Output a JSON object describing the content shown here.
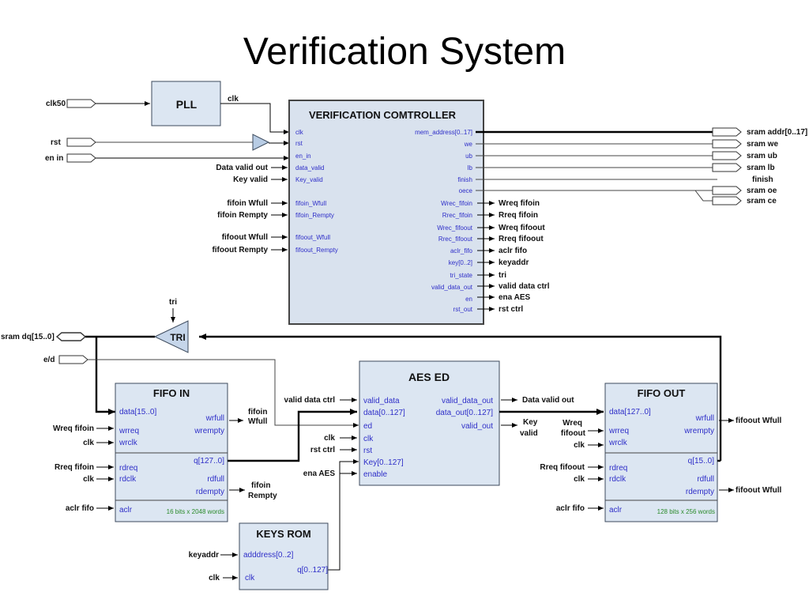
{
  "title": "Verification System",
  "blocks": {
    "pll": {
      "name": "PLL"
    },
    "vc": {
      "name": "VERIFICATION COMTROLLER",
      "inputs": [
        "clk",
        "rst",
        "en_in",
        "data_valid",
        "Key_valid",
        "fifoin_Wfull",
        "fifoin_Rempty",
        "fifoout_Wfull",
        "fifoout_Rempty"
      ],
      "outputs": [
        "mem_address[0..17]",
        "we",
        "ub",
        "lb",
        "finish",
        "oece",
        "Wrec_fifoin",
        "Rrec_fifoin",
        "Wrec_fifoout",
        "Rrec_fifoout",
        "aclr_fifo",
        "key[0..2]",
        "tri_state",
        "valid_data_out",
        "en",
        "rst_out"
      ]
    },
    "tri": {
      "name": "TRI"
    },
    "fifo_in": {
      "name": "FIFO IN",
      "ports_left": [
        "data[15..0]",
        "wrreq",
        "wrclk",
        "rdreq",
        "rdclk",
        "aclr"
      ],
      "ports_right": [
        "wrfull",
        "wrempty",
        "q[127..0]",
        "rdfull",
        "rdempty"
      ],
      "note": "16 bits x 2048 words"
    },
    "aes": {
      "name": "AES ED",
      "ports_left": [
        "valid_data",
        "data[0..127]",
        "ed",
        "clk",
        "rst",
        "Key[0..127]",
        "enable"
      ],
      "ports_right": [
        "valid_data_out",
        "data_out[0..127]",
        "valid_out"
      ]
    },
    "fifo_out": {
      "name": "FIFO OUT",
      "ports_left": [
        "data[127..0]",
        "wrreq",
        "wrclk",
        "rdreq",
        "rdclk",
        "aclr"
      ],
      "ports_right": [
        "wrfull",
        "wrempty",
        "q[15..0]",
        "rdfull",
        "rdempty"
      ],
      "note": "128 bits x 256 words"
    },
    "keys_rom": {
      "name": "KEYS ROM",
      "ports_left": [
        "adddress[0..2]",
        "clk"
      ],
      "ports_right": [
        "q[0..127]"
      ]
    }
  },
  "signals": {
    "clk50": "clk50",
    "clk": "clk",
    "rst": "rst",
    "en_in": "en in",
    "tri": "tri",
    "vc_in": [
      "Data valid out",
      "Key valid",
      "fifoin Wfull",
      "fifoin Rempty",
      "fifoout Wfull",
      "fifoout Rempty"
    ],
    "vc_sram": [
      "sram addr[0..17]",
      "sram we",
      "sram ub",
      "sram lb",
      "finish",
      "sram oe",
      "sram ce"
    ],
    "vc_ctrl": [
      "Wreq fifoin",
      "Rreq fifoin",
      "Wreq fifoout",
      "Rreq fifoout",
      "aclr fifo",
      "keyaddr",
      "tri",
      "valid data ctrl",
      "ena AES",
      "rst ctrl"
    ],
    "sram_dq": "sram dq[15..0]",
    "ed": "e/d",
    "fifo_in_left": [
      "Wreq fifoin",
      "clk",
      "Rreq fifoin",
      "clk",
      "aclr fifo"
    ],
    "fifo_in_right": [
      "fifoin Wfull",
      "fifoin Rempty"
    ],
    "aes_left": [
      "valid data ctrl",
      "clk",
      "rst ctrl",
      "ena AES"
    ],
    "aes_right": [
      "Data valid out",
      "Key valid"
    ],
    "fifo_out_left": [
      "Wreq fifoout",
      "clk",
      "Rreq fifoout",
      "clk",
      "aclr fifo"
    ],
    "fifo_out_right": [
      "fifoout Wfull",
      "fifoout Wfull"
    ],
    "rom_left": [
      "keyaddr",
      "clk"
    ]
  }
}
